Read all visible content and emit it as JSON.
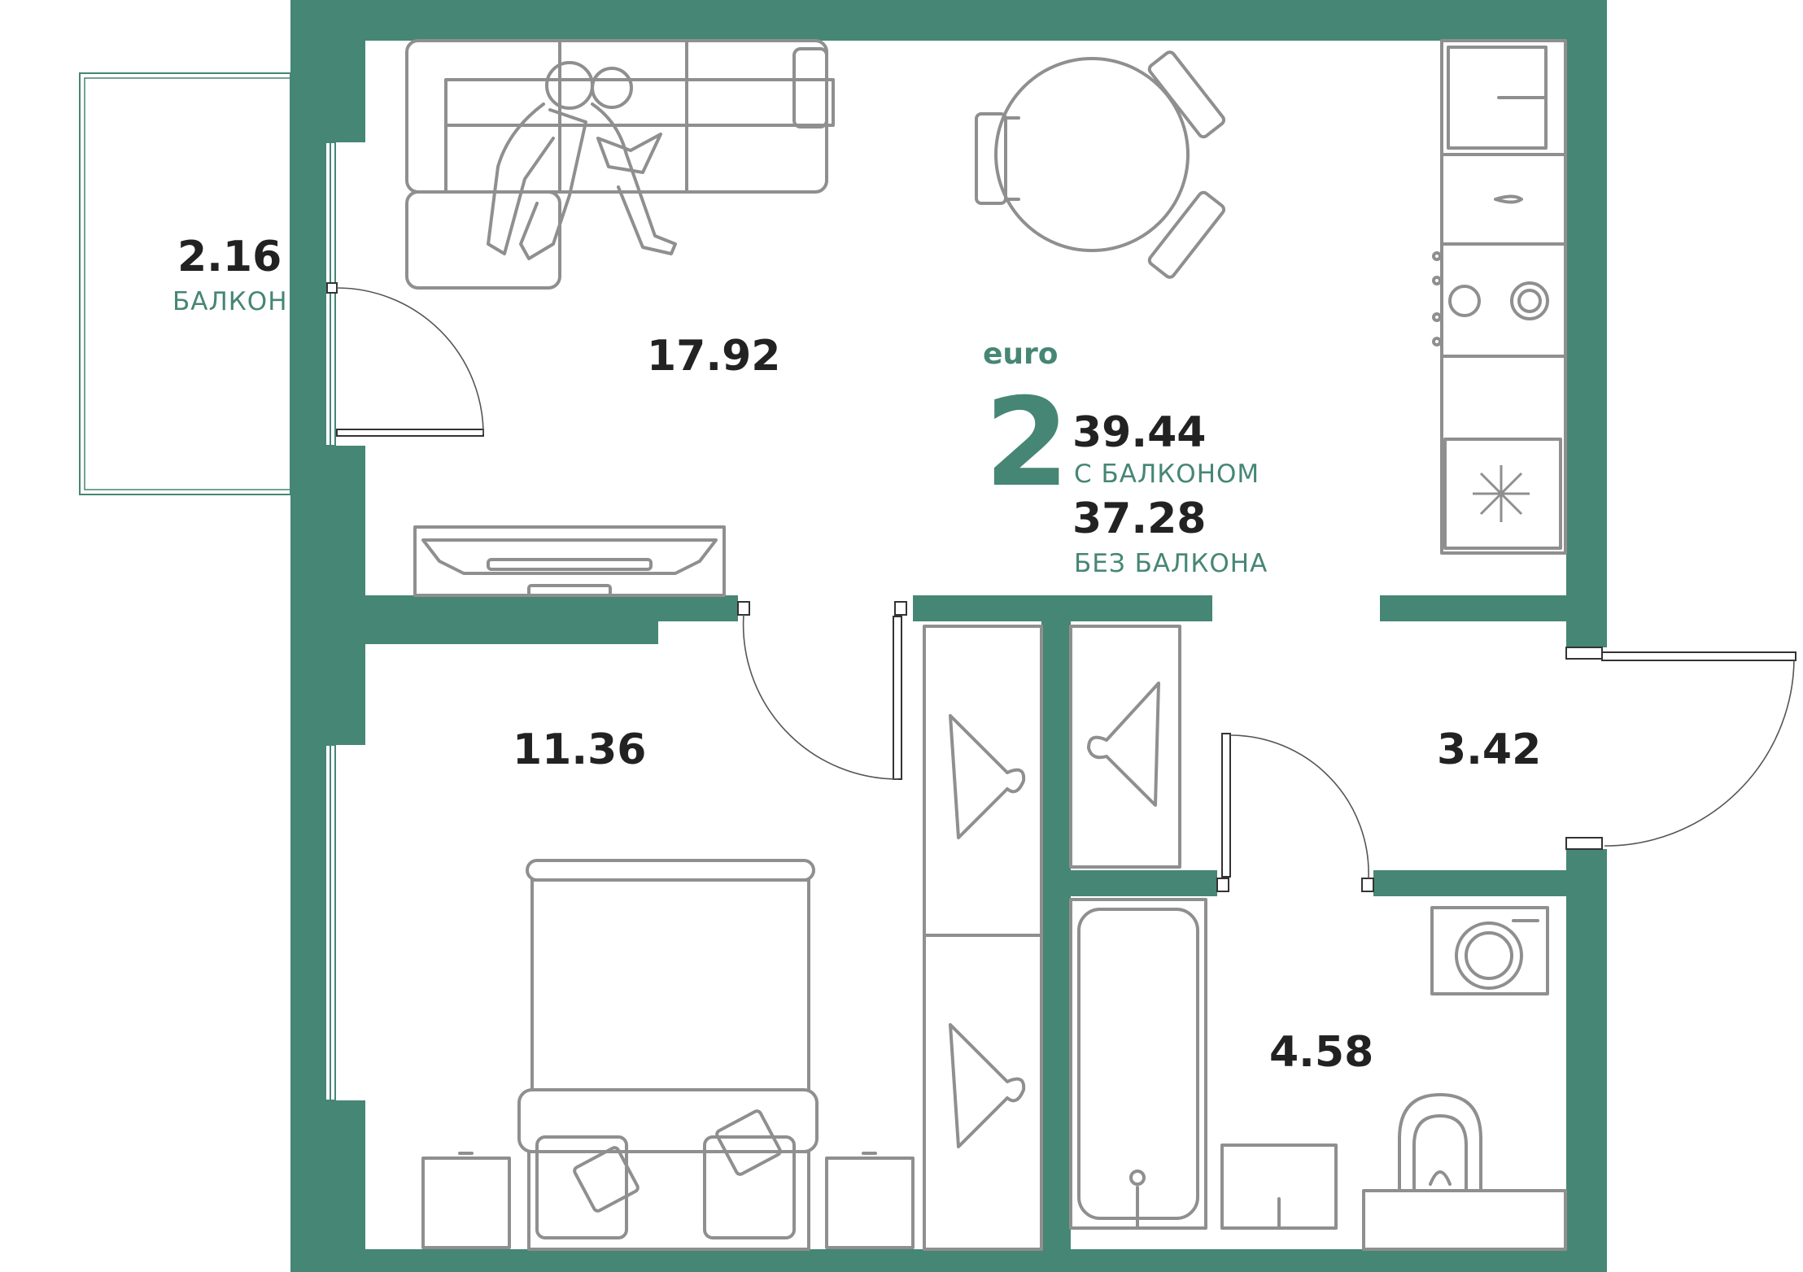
{
  "accent_color": "#468674",
  "furniture_color": "#8f8f8f",
  "apartment": {
    "class_label": "euro",
    "room_count": "2",
    "total_area_with_balcony": "39.44",
    "with_balcony_caption": "С БАЛКОНОМ",
    "total_area_without_balcony": "37.28",
    "without_balcony_caption": "БЕЗ БАЛКОНА"
  },
  "rooms": {
    "balcony": {
      "area": "2.16",
      "name": "БАЛКОН"
    },
    "living_kitchen": {
      "area": "17.92"
    },
    "bedroom": {
      "area": "11.36"
    },
    "hallway": {
      "area": "3.42"
    },
    "bathroom": {
      "area": "4.58"
    }
  },
  "icons": [
    "sofa-icon",
    "people-icon",
    "dining-table-icon",
    "kitchen-unit-icon",
    "stove-icon",
    "fridge-icon",
    "tv-icon",
    "wardrobe-icon",
    "hanger-icon",
    "bed-icon",
    "pillow-icon",
    "nightstand-icon",
    "bathtub-icon",
    "washing-machine-icon",
    "toilet-icon",
    "sink-icon"
  ]
}
